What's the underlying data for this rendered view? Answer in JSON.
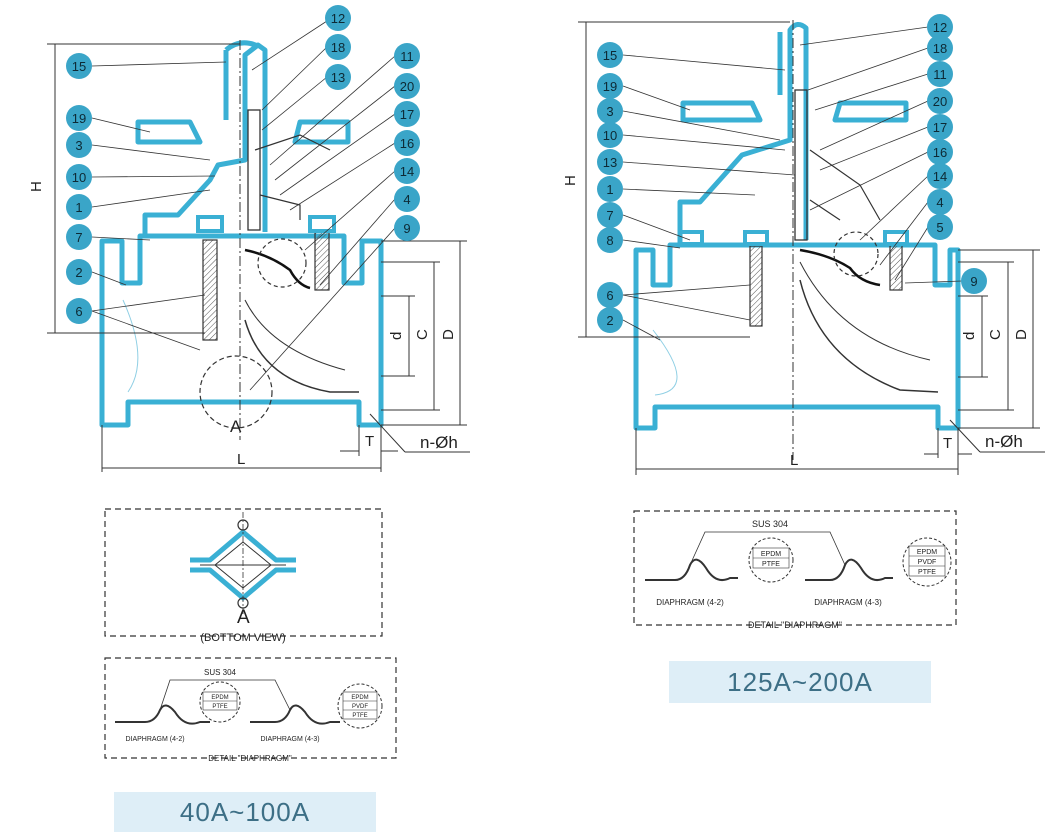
{
  "left_drawing": {
    "callouts": [
      "15",
      "19",
      "3",
      "10",
      "1",
      "7",
      "2",
      "6",
      "12",
      "18",
      "13",
      "11",
      "20",
      "17",
      "16",
      "14",
      "4",
      "9"
    ],
    "dims": {
      "H": "H",
      "L": "L",
      "T": "T",
      "d": "d",
      "C": "C",
      "D": "D",
      "holes": "n-Øh"
    },
    "detail_marker": "A"
  },
  "right_drawing": {
    "callouts": [
      "15",
      "19",
      "3",
      "10",
      "13",
      "1",
      "7",
      "8",
      "6",
      "2",
      "12",
      "18",
      "11",
      "20",
      "17",
      "16",
      "14",
      "4",
      "5",
      "9"
    ],
    "dims": {
      "H": "H",
      "L": "L",
      "T": "T",
      "d": "d",
      "C": "C",
      "D": "D",
      "holes": "n-Øh"
    }
  },
  "bottom_view": {
    "marker": "A",
    "caption": "(BOTTOM VIEW)"
  },
  "diaphragm_detail_left": {
    "material": "SUS 304",
    "label_42": "DIAPHRAGM (4-2)",
    "label_43": "DIAPHRAGM (4-3)",
    "mat_a": [
      "EPDM",
      "PTFE"
    ],
    "mat_b": [
      "EPDM",
      "PVDF",
      "PTFE"
    ],
    "caption": "DETAIL \"DIAPHRAGM\""
  },
  "diaphragm_detail_right": {
    "material": "SUS 304",
    "label_42": "DIAPHRAGM (4-2)",
    "label_43": "DIAPHRAGM (4-3)",
    "mat_a": [
      "EPDM",
      "PTFE"
    ],
    "mat_b": [
      "EPDM",
      "PVDF",
      "PTFE"
    ],
    "caption": "DETAIL \"DIAPHRAGM\""
  },
  "size_labels": {
    "left": "40A~100A",
    "right": "125A~200A"
  },
  "colors": {
    "body_outline": "#3ab0d4",
    "callout_fill": "#3aa5c8",
    "caption_bg": "#deeef7",
    "caption_text": "#3d6f86",
    "line": "#333333"
  }
}
